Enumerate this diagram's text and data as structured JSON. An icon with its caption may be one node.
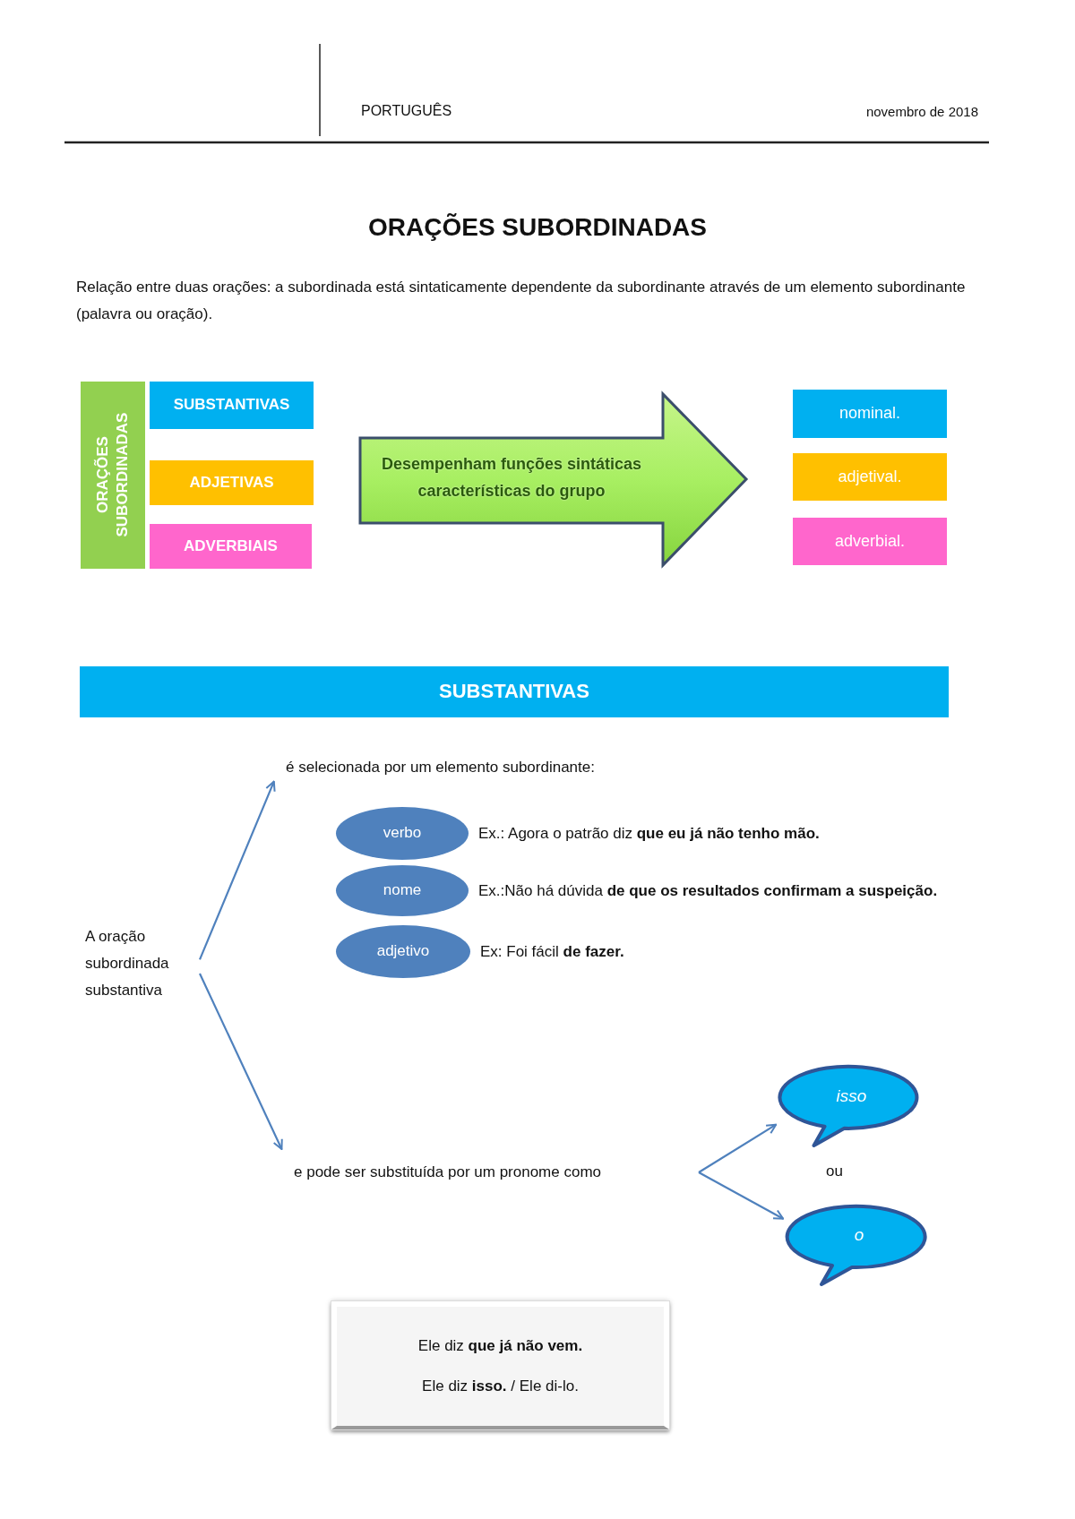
{
  "diagram": {
    "title": "ORAÇÕES SUBORDINADAS",
    "nodes": [
      {
        "text": [
          "ORAÇÕES SUBORDINADAS"
        ]
      },
      {
        "text": [
          "SUBSTANTIVAS"
        ]
      },
      {
        "text": [
          "ADJETIVAS"
        ]
      },
      {
        "text": [
          "ADVERBIAIS"
        ]
      },
      {
        "text": [
          "Desempenham funções sintáticas características do grupo"
        ]
      },
      {
        "text": [
          "nominal."
        ]
      },
      {
        "text": [
          "adjetival."
        ]
      },
      {
        "text": [
          "adverbial."
        ]
      },
      {
        "text": [
          "SUBSTANTIVAS"
        ]
      },
      {
        "text": [
          "é selecionada por um elemento subordinante:"
        ]
      },
      {
        "text": [
          "verbo"
        ],
        "beside": [
          "Ex.: Agora o patrão diz **que eu já não tenho mão.**"
        ]
      },
      {
        "text": [
          "nome"
        ],
        "beside": [
          "Ex.:Não há dúvida **de que os resultados confirmam a suspeição.**"
        ]
      },
      {
        "text": [
          "adjetivo"
        ],
        "beside": [
          "Ex: Foi fácil **de fazer.**"
        ]
      },
      {
        "text": [
          "A oração subordinada substantiva"
        ]
      },
      {
        "text": [
          "e pode ser substituída por um pronome como"
        ]
      },
      {
        "text": [
          "isso"
        ]
      },
      {
        "text": [
          "o"
        ]
      },
      {
        "text": [
          "Ele diz **que já não vem.**",
          "Ele diz **isso.** / Ele di-lo."
        ]
      }
    ],
    "edges": [
      {
        "from": 13,
        "to": 9,
        "arrow": "to"
      },
      {
        "from": 13,
        "to": 14,
        "arrow": "to"
      },
      {
        "from": 14,
        "to": 15,
        "arrow": "to"
      },
      {
        "from": 14,
        "to": 16,
        "arrow": "to"
      }
    ],
    "labels": [
      "PORTUGUÊS",
      "novembro de 2018",
      "Relação entre duas orações: a subordinada está sintaticamente dependente da subordinante através de um elemento subordinante (palavra ou oração).",
      "ou"
    ]
  }
}
